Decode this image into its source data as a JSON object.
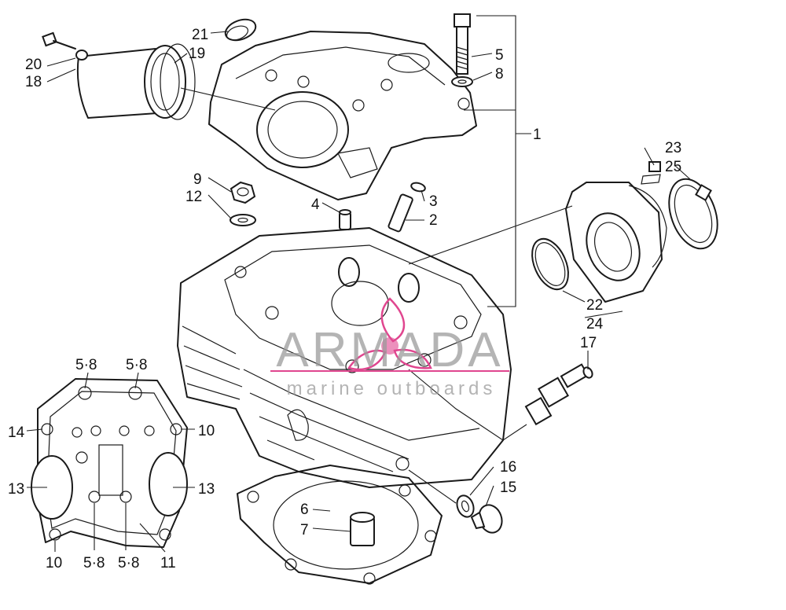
{
  "watermark": {
    "title": "ARMADA",
    "subtitle": "marine outboards",
    "accent_color": "#e0468f"
  },
  "callouts": {
    "c1": "1",
    "c2": "2",
    "c3": "3",
    "c4": "4",
    "c5": "5",
    "c6": "6",
    "c7": "7",
    "c8": "8",
    "c9": "9",
    "c12": "12",
    "c15": "15",
    "c16": "16",
    "c17": "17",
    "c18": "18",
    "c19": "19",
    "c20": "20",
    "c21": "21",
    "c22": "22",
    "c23": "23",
    "c24": "24",
    "c25": "25",
    "g58a": "5·8",
    "g58b": "5·8",
    "g58c": "5·8",
    "g58d": "5·8",
    "g10a": "10",
    "g10b": "10",
    "g11": "11",
    "g14": "14",
    "g13a": "13",
    "g13b": "13"
  }
}
